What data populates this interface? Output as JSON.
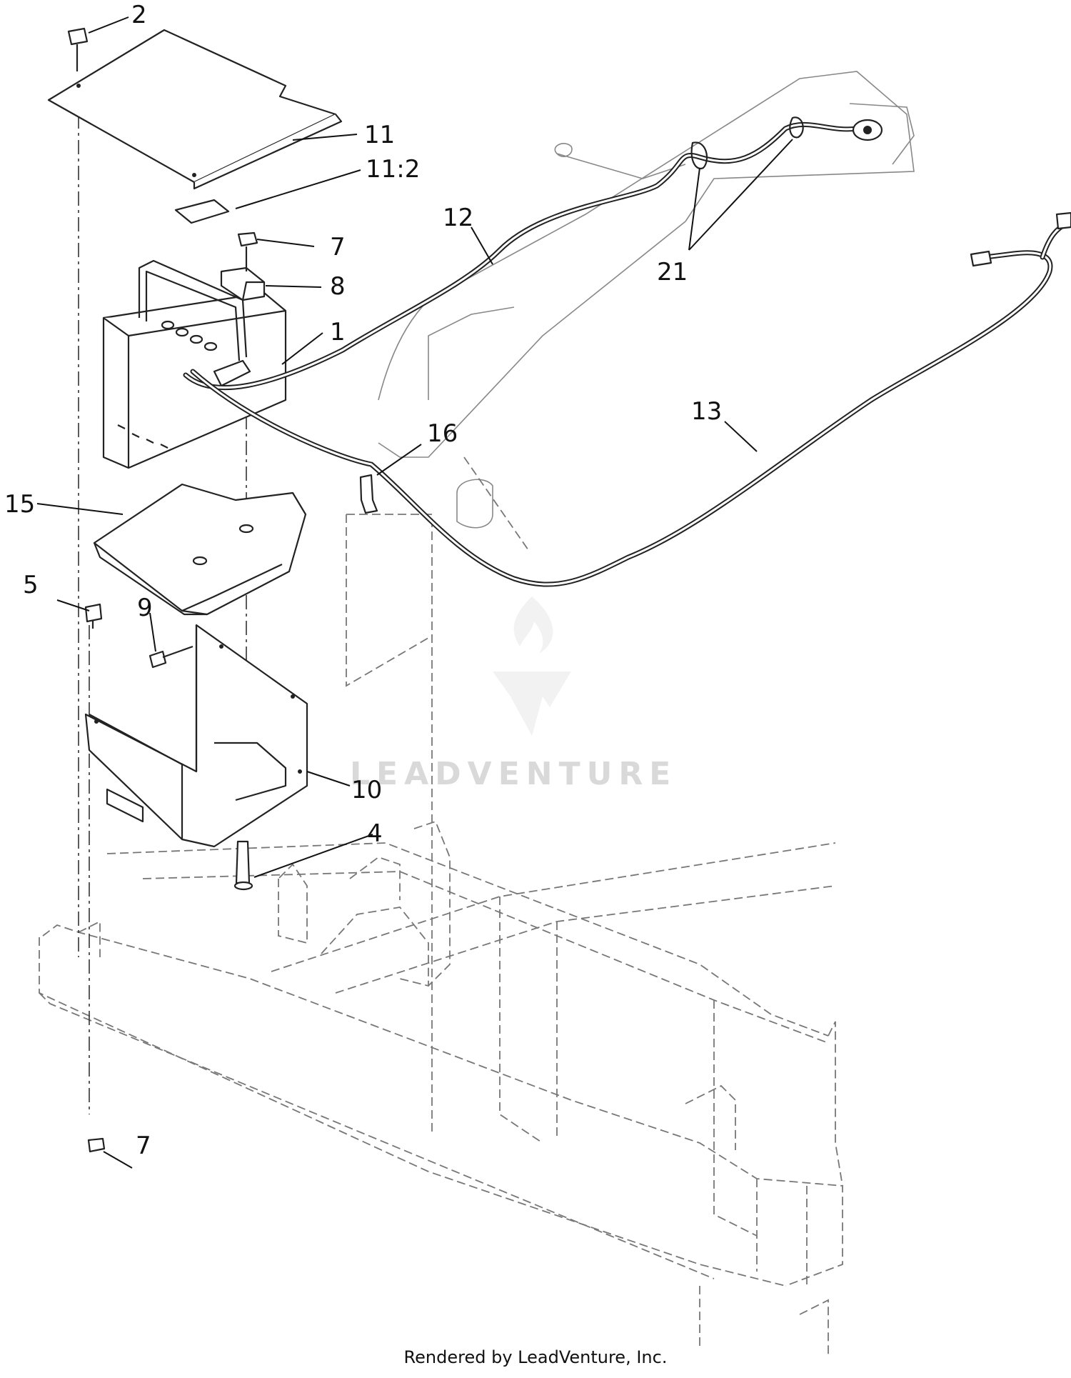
{
  "callouts": [
    {
      "label": "2"
    },
    {
      "label": "11"
    },
    {
      "label": "11:2"
    },
    {
      "label": "7"
    },
    {
      "label": "8"
    },
    {
      "label": "1"
    },
    {
      "label": "12"
    },
    {
      "label": "21"
    },
    {
      "label": "13"
    },
    {
      "label": "16"
    },
    {
      "label": "15"
    },
    {
      "label": "5"
    },
    {
      "label": "9"
    },
    {
      "label": "10"
    },
    {
      "label": "4"
    },
    {
      "label": "7"
    }
  ],
  "watermark": {
    "text": "LEADVENTURE"
  },
  "footer": {
    "text": "Rendered by LeadVenture, Inc."
  }
}
